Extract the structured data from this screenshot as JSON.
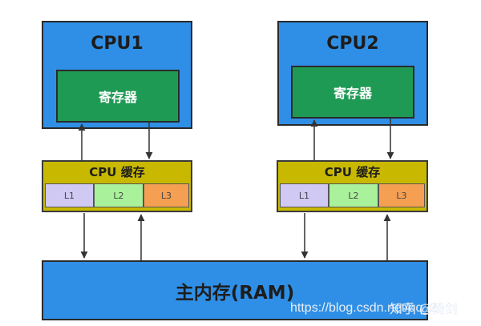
{
  "cpu1": {
    "title": "CPU1",
    "register": "寄存器"
  },
  "cpu2": {
    "title": "CPU2",
    "register": "寄存器"
  },
  "cache1": {
    "title": "CPU 缓存",
    "levels": [
      "L1",
      "L2",
      "L3"
    ]
  },
  "cache2": {
    "title": "CPU 缓存",
    "levels": [
      "L1",
      "L2",
      "L3"
    ]
  },
  "ram": {
    "label": "主内存(RAM)"
  },
  "watermark": {
    "url": "https://blog.csdn.net/qq_2",
    "brand": "知乎 @倚剑"
  },
  "colors": {
    "cpu": "#2f8fe6",
    "register": "#1f9a55",
    "cache": "#c8b900",
    "l1": "#cfc9f4",
    "l2": "#a9f29b",
    "l3": "#f59f53",
    "arrow": "#333333"
  }
}
